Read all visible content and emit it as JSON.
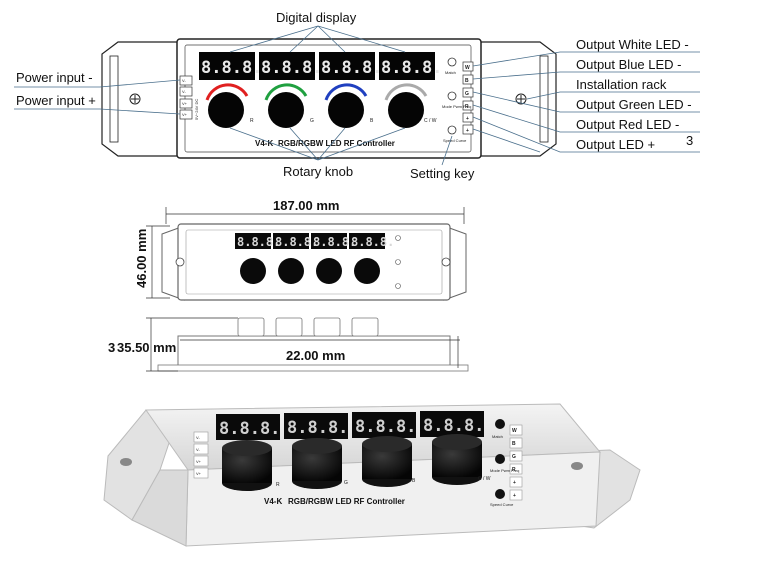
{
  "labels": {
    "digital_display": "Digital display",
    "rotary_knob": "Rotary knob",
    "setting_key": "Setting key",
    "power_input_neg": "Power input -",
    "power_input_pos": "Power input +",
    "output_white": "Output White LED -",
    "output_blue": "Output Blue LED -",
    "installation_rack": "Installation rack",
    "output_green": "Output Green LED -",
    "output_red": "Output Red LED -",
    "output_led_pos": "Output LED +",
    "stray_mark": "3"
  },
  "device": {
    "model": "V4-K",
    "title": "RGB/RGBW LED RF Controller",
    "display_digits": "8.8.8.",
    "knob_labels": [
      "R",
      "G",
      "B",
      "C / W"
    ],
    "buttons": [
      "Match",
      "Mode Pwm Freq",
      "Speed Curve"
    ],
    "power_terminals": [
      "V-",
      "V-",
      "V+",
      "V+"
    ],
    "power_range": "5V~24V DC",
    "output_terminals": [
      "W",
      "B",
      "G",
      "R",
      "+",
      "+"
    ]
  },
  "dimensions": {
    "width": "187.00 mm",
    "height": "46.00 mm",
    "depth_total": "35.50 mm",
    "depth_body": "22.00 mm",
    "depth_prefix_mark": "3"
  }
}
